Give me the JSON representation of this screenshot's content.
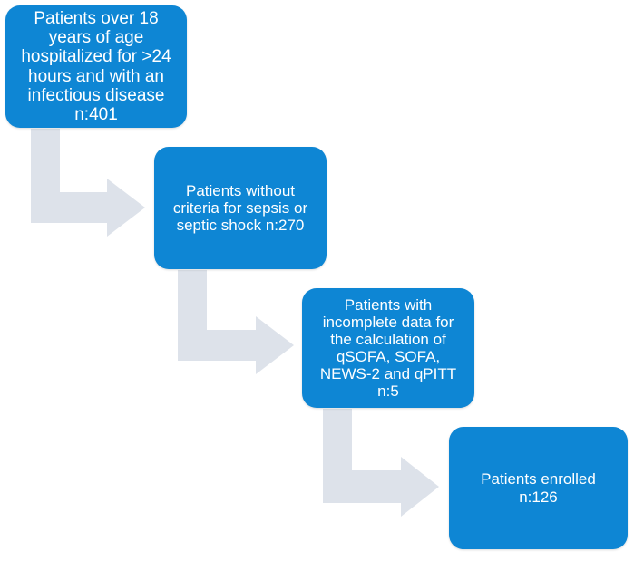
{
  "colors": {
    "box_fill": "#0e86d4",
    "arrow_fill": "#dde2ea",
    "text": "#ffffff"
  },
  "boxes": [
    {
      "text": "Patients over 18\nyears of age\nhospitalized for >24\nhours and with an\ninfectious disease\nn:401"
    },
    {
      "text": "Patients without\ncriteria for sepsis or\nseptic shock n:270"
    },
    {
      "text": "Patients with\nincomplete data for\nthe calculation of\nqSOFA, SOFA,\nNEWS-2 and qPITT\nn:5"
    },
    {
      "text": "Patients enrolled\nn:126"
    }
  ]
}
